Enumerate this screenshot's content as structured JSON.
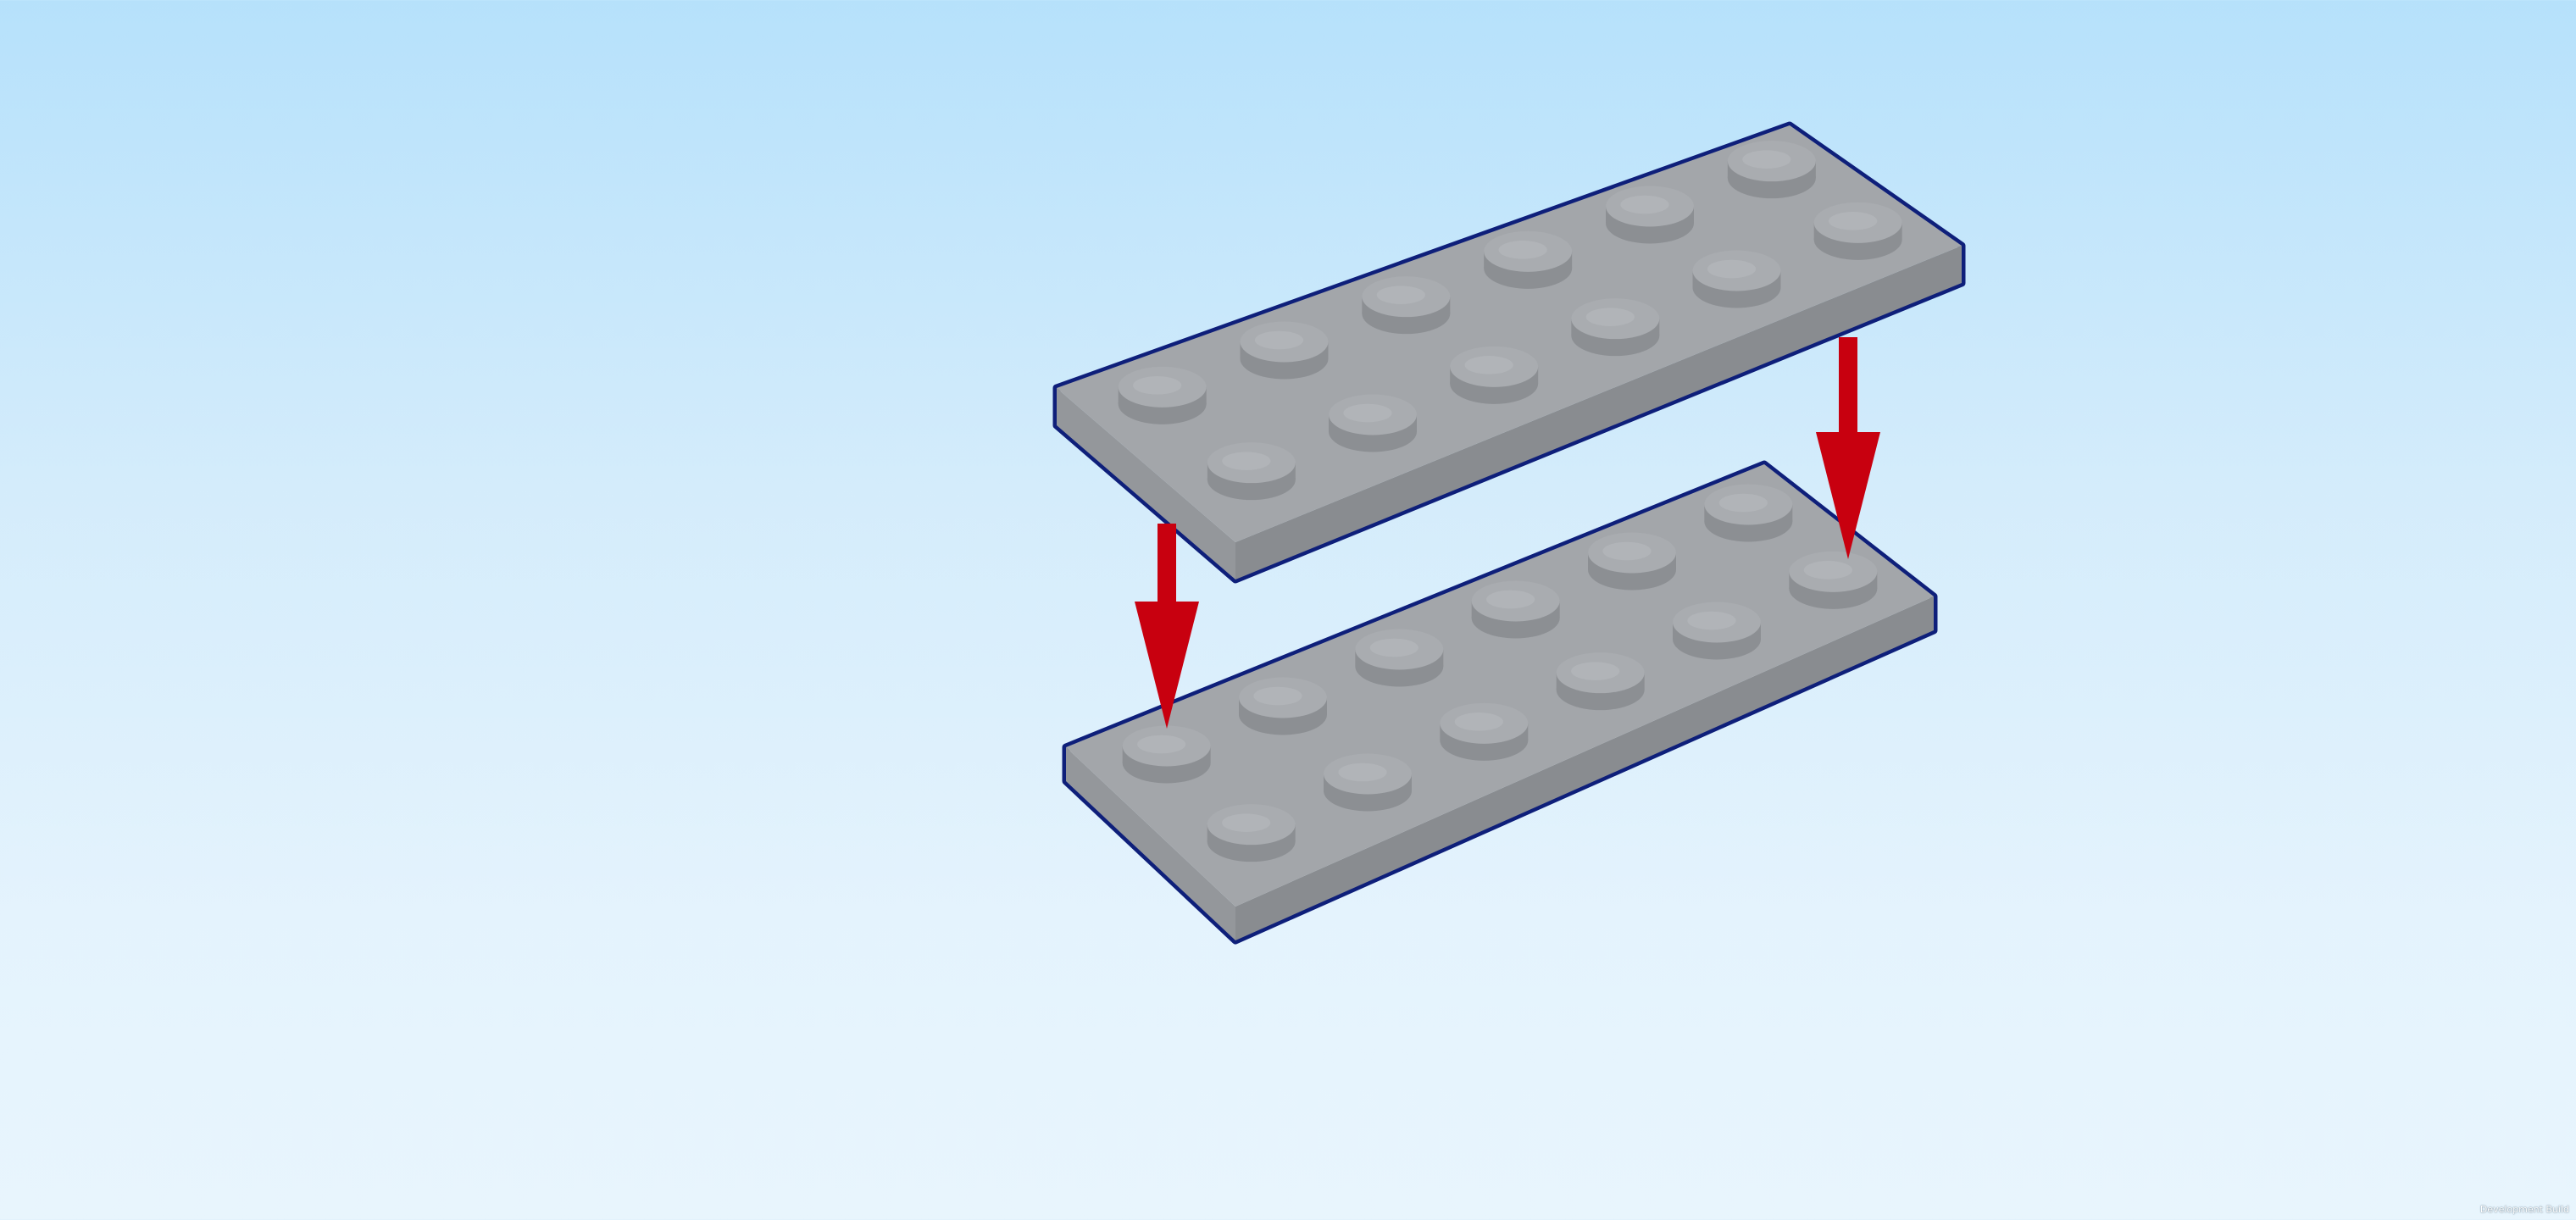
{
  "app": {
    "build_label": "Development Build"
  },
  "scene": {
    "background_top": "#b6e1fb",
    "background_bottom": "#e8f5fd",
    "brick_top_color": "#a3a6aa",
    "brick_front_color": "#94979b",
    "brick_side_color": "#898c90",
    "stud_top_color": "#a9acb0",
    "stud_side_color": "#8c8f93",
    "selection_outline_color": "#0e1f7a",
    "arrow_color": "#c8000f",
    "bricks": [
      {
        "name": "upper-plate",
        "type": "plate 2x6"
      },
      {
        "name": "lower-plate",
        "type": "plate 2x6"
      }
    ]
  }
}
